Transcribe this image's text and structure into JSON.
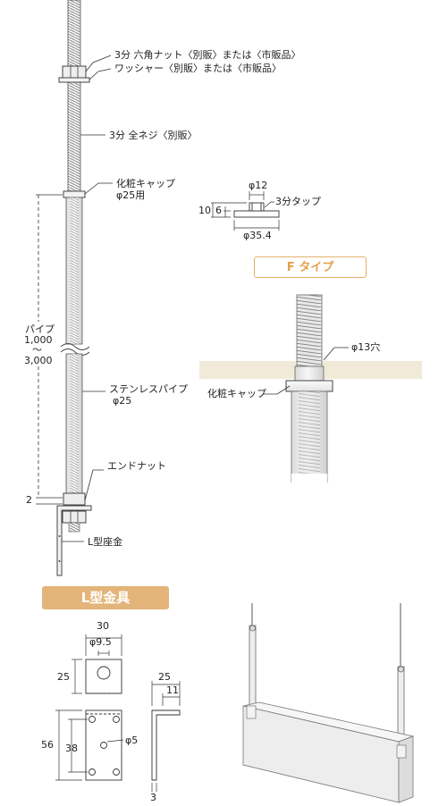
{
  "labels": {
    "nut": "3分 六角ナット〈別販〉または〈市販品〉",
    "washer": "ワッシャー〈別販〉または〈市販品〉",
    "rod": "3分 全ネジ〈別販〉",
    "cap_line1": "化粧キャップ",
    "cap_line2": "φ25用",
    "pipe_line1": "パイプ",
    "pipe_line2": "1,000",
    "pipe_line3": "〜",
    "pipe_line4": "3,000",
    "steel_pipe_line1": "ステンレスパイプ",
    "steel_pipe_line2": "φ25",
    "end_nut": "エンドナット",
    "gap": "2",
    "l_seat": "L型座金"
  },
  "cap_detail": {
    "phi12": "φ12",
    "tap": "3分タップ",
    "h10": "10",
    "h6": "6",
    "phi354": "φ35.4"
  },
  "f_type": {
    "title": "F タイプ",
    "hole": "φ13穴",
    "cap": "化粧キャップ"
  },
  "l_bracket": {
    "title": "L型金具",
    "w30": "30",
    "phi95": "φ9.5",
    "h25": "25",
    "d25": "25",
    "d11": "11",
    "h56": "56",
    "h38": "38",
    "phi5": "φ5",
    "t3": "3"
  },
  "colors": {
    "badge_border": "#e3b06a",
    "badge_text": "#e3a04a",
    "badge_fill": "#e3b57a",
    "ceiling": "#f1ead8"
  }
}
